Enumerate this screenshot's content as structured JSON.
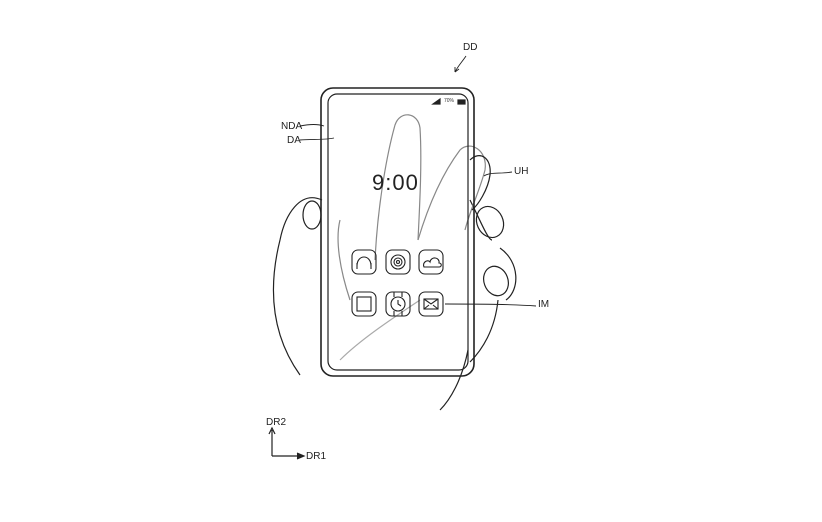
{
  "figure": {
    "device_ref": "DD",
    "non_display_area_ref": "NDA",
    "display_area_ref": "DA",
    "user_hand_ref": "UH",
    "icons_ref": "IM",
    "direction_2": "DR2",
    "direction_1": "DR1"
  },
  "screen": {
    "clock": "9:00",
    "battery_text": "70%",
    "icons": [
      "headphones-icon",
      "camera-icon",
      "cloud-icon",
      "picture-icon",
      "watch-icon",
      "mail-icon"
    ]
  }
}
